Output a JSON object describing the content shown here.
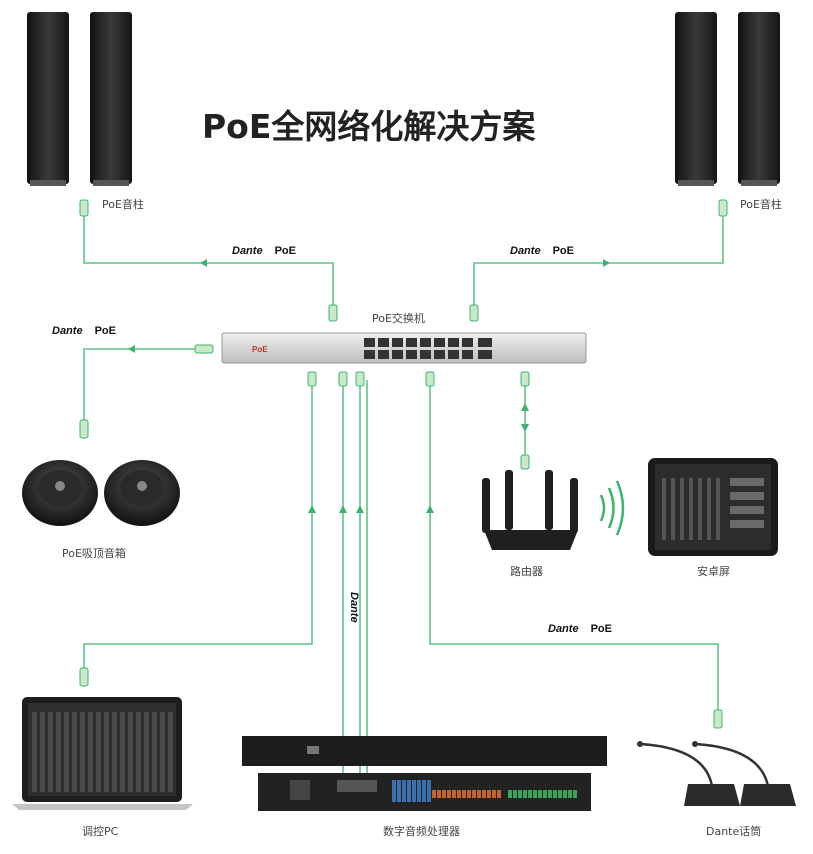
{
  "title": "PoE全网络化解决方案",
  "labels": {
    "column_speaker_left": "PoE音柱",
    "column_speaker_right": "PoE音柱",
    "switch": "PoE交换机",
    "ceiling_speakers": "PoE吸顶音箱",
    "router": "路由器",
    "tablet": "安卓屏",
    "pc": "调控PC",
    "processor": "数字音频处理器",
    "mic": "Dante话筒"
  },
  "protocols": {
    "dante": "Dante",
    "poe": "PoE"
  },
  "colors": {
    "cable": "#3cb371",
    "device_dark": "#2a2a2a",
    "switch_body": "#d8d8d8",
    "switch_brand": "#c0392b"
  }
}
